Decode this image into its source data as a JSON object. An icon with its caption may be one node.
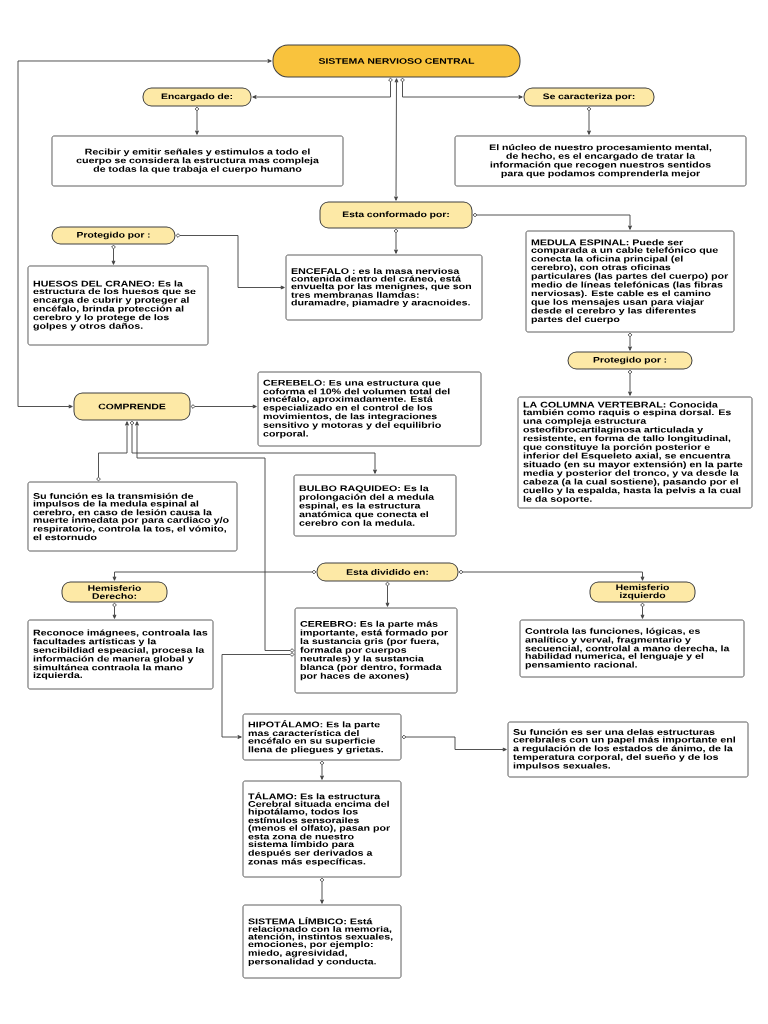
{
  "diagram": {
    "nodes": [
      {
        "text": [
          "SISTEMA NERVIOSO CENTRAL"
        ]
      },
      {
        "text": [
          "Encargado de:"
        ]
      },
      {
        "text": [
          "Se caracteriza por:"
        ]
      },
      {
        "text": [
          "Recibir y emitir señales y estimulos a todo el cuerpo se considera la estructura mas compleja de todas la que trabaja el cuerpo humano"
        ]
      },
      {
        "text": [
          "El núcleo de nuestro procesamiento mental, de hecho, es el encargado de tratar la información que recogen nuestros sentidos para que podamos comprenderla mejor"
        ]
      },
      {
        "text": [
          "Esta conformado por:"
        ]
      },
      {
        "text": [
          "Protegido por :"
        ]
      },
      {
        "text": [
          "HUESOS DEL CRANEO: Es la estructura de los huesos que se encarga de cubrir y proteger al encéfalo, brinda protección al cerebro y lo protege de los golpes y otros daños."
        ]
      },
      {
        "text": [
          "ENCEFALO : es la masa nerviosa contenida dentro del cráneo, está envuelta por las menignes, que son tres membranas llamdas: duramadre, piamadre y aracnoides."
        ]
      },
      {
        "text": [
          "MEDULA ESPINAL: Puede ser comparada a un cable telefónico que conecta la oficina principal (el cerebro), con otras oficinas particulares (las partes del cuerpo) por medio de líneas telefónicas (las fibras nerviosas). Este cable es el camino que los mensajes usan para viajar desde el cerebro y las diferentes partes del cuerpo"
        ]
      },
      {
        "text": [
          "Protegido por :"
        ]
      },
      {
        "text": [
          "LA COLUMNA VERTEBRAL: Conocida también como raquis o espina dorsal. Es una compleja estructura osteofibrocartilaginosa articulada y resistente, en forma de tallo longitudinal, que constituye la porción posterior e inferior del Esqueleto axial, se encuentra situado (en su mayor extensión) en la parte media y posterior del tronco, y va desde la cabeza (a la cual sostiene), pasando por el cuello y la espalda, hasta la pelvis a la cual le da soporte."
        ]
      },
      {
        "text": [
          "COMPRENDE"
        ]
      },
      {
        "text": [
          "CEREBELO: Es una estructura que coforma el 10% del volumen total del encéfalo, aproximadamente. Está especializado en el control de los movimientos, de las integraciones sensitivo y motoras y del equilibrio corporal."
        ]
      },
      {
        "text": [
          "Su función es la transmisión de impulsos de la medula espinal al cerebro, en caso de lesión causa la muerte inmedata por para cardiaco y/o respiratorio, controla la tos, el vómito, el estornudo"
        ]
      },
      {
        "text": [
          "**BULBO RAQUIDEO:** Es la prolongación del a medula espinal, es la estructura anatómica que conecta el cerebro con la medula."
        ]
      },
      {
        "text": [
          "Esta dividido en:"
        ]
      },
      {
        "text": [
          "Hemisferio Derecho:"
        ]
      },
      {
        "text": [
          "Hemisferio izquierdo"
        ]
      },
      {
        "text": [
          "Reconoce imágnees, controala las facultades artísticas y la sencibildiad espeacial, procesa la información de manera global y simultánea contraola la mano izquierda."
        ]
      },
      {
        "text": [
          "CEREBRO: Es la parte más importante, está formado por la sustancia gris (por fuera, formada por cuerpos neutrales) y la sustancia blanca (por dentro, formada por haces de axones)"
        ]
      },
      {
        "text": [
          "Controla las funciones, lógicas, es analítico y verval, fragmentario y secuencial, controlal a mano derecha, la habilidad numerica, el lenguaje y el pensamiento racional."
        ]
      },
      {
        "text": [
          "HIPOTÁLAMO: Es la parte mas característica del encéfalo en su superficie llena de pliegues y grietas."
        ]
      },
      {
        "text": [
          "Su función es ser una delas estructuras cerebrales con un papel más importante enl a regulación de los estados de ánimo, de la temperatura corporal, del sueño y de los impulsos sexuales."
        ]
      },
      {
        "text": [
          "TÁLAMO: Es la estructura Cerebral situada encima del hipotálamo, todos los estímulos sensoraiIes (menos el olfato), pasan por esta zona de nuestro sistema límbido para después ser derivados a zonas más específicas."
        ]
      },
      {
        "text": [
          "SISTEMA LÍMBICO: Está relacionado con la memoria, atención, instintos sexuales, emociones, por ejemplo: miedo, agresividad, personalidad y conducta."
        ]
      }
    ],
    "edges": [
      {
        "from": 0,
        "to": 1,
        "arrow": "to"
      },
      {
        "from": 0,
        "to": 2,
        "arrow": "to"
      },
      {
        "from": 0,
        "to": 5,
        "arrow": "both"
      },
      {
        "from": 0,
        "to": 12,
        "arrow": "both"
      },
      {
        "from": 1,
        "to": 3,
        "arrow": "to"
      },
      {
        "from": 2,
        "to": 4,
        "arrow": "to"
      },
      {
        "from": 5,
        "to": 8,
        "arrow": "to"
      },
      {
        "from": 5,
        "to": 9,
        "arrow": "to"
      },
      {
        "from": 6,
        "to": 7,
        "arrow": "to"
      },
      {
        "from": 6,
        "to": 8,
        "arrow": "to"
      },
      {
        "from": 9,
        "to": 10,
        "arrow": "to"
      },
      {
        "from": 10,
        "to": 11,
        "arrow": "to"
      },
      {
        "from": 12,
        "to": 13,
        "arrow": "to"
      },
      {
        "from": 12,
        "to": 15,
        "arrow": "to"
      },
      {
        "from": 14,
        "to": 12,
        "arrow": "to"
      },
      {
        "from": 20,
        "to": 12,
        "arrow": "to"
      },
      {
        "from": 20,
        "to": 22,
        "arrow": "to"
      },
      {
        "from": 16,
        "to": 17,
        "arrow": "to"
      },
      {
        "from": 16,
        "to": 18,
        "arrow": "to"
      },
      {
        "from": 16,
        "to": 20,
        "arrow": "to"
      },
      {
        "from": 17,
        "to": 19,
        "arrow": "to"
      },
      {
        "from": 18,
        "to": 21,
        "arrow": "to"
      },
      {
        "from": 22,
        "to": 23,
        "arrow": "to"
      },
      {
        "from": 22,
        "to": 24,
        "arrow": "to"
      },
      {
        "from": 24,
        "to": 25,
        "arrow": "to"
      }
    ]
  }
}
